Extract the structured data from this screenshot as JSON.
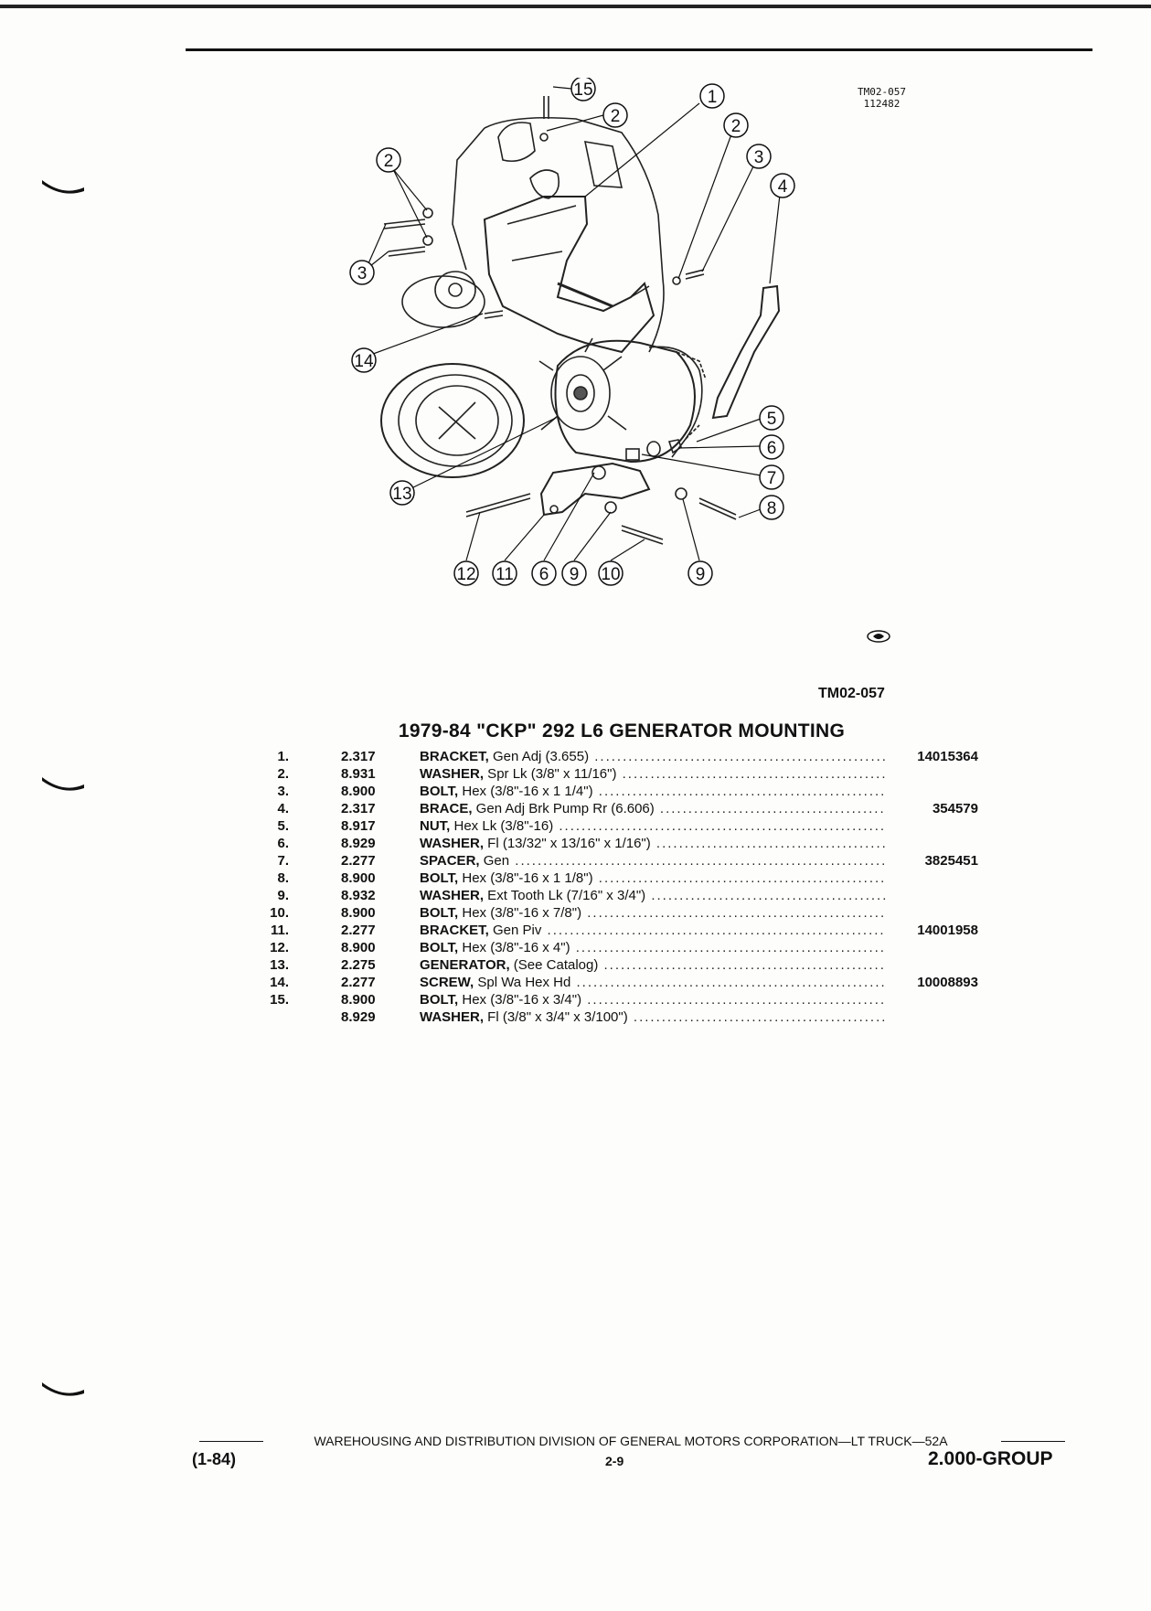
{
  "figure": {
    "id_top": "TM02-057",
    "id_sub": "112482",
    "code": "TM02-057",
    "callouts": [
      "15",
      "2",
      "1",
      "2",
      "3",
      "4",
      "2",
      "3",
      "14",
      "5",
      "6",
      "7",
      "8",
      "13",
      "12",
      "11",
      "6",
      "9",
      "10",
      "9"
    ]
  },
  "title": "1979-84 \"CKP\" 292 L6 GENERATOR MOUNTING",
  "parts": [
    {
      "num": "1.",
      "code": "2.317",
      "name": "BRACKET,",
      "desc": " Gen Adj (3.655)",
      "part": "14015364"
    },
    {
      "num": "2.",
      "code": "8.931",
      "name": "WASHER,",
      "desc": " Spr Lk (3/8\" x 11/16\")",
      "part": ""
    },
    {
      "num": "3.",
      "code": "8.900",
      "name": "BOLT,",
      "desc": " Hex (3/8\"-16 x 1 1/4\")",
      "part": ""
    },
    {
      "num": "4.",
      "code": "2.317",
      "name": "BRACE,",
      "desc": " Gen Adj Brk Pump Rr (6.606)",
      "part": "354579"
    },
    {
      "num": "5.",
      "code": "8.917",
      "name": "NUT,",
      "desc": " Hex Lk (3/8\"-16)",
      "part": ""
    },
    {
      "num": "6.",
      "code": "8.929",
      "name": "WASHER,",
      "desc": " Fl (13/32\" x 13/16\" x 1/16\")",
      "part": ""
    },
    {
      "num": "7.",
      "code": "2.277",
      "name": "SPACER,",
      "desc": " Gen",
      "part": "3825451"
    },
    {
      "num": "8.",
      "code": "8.900",
      "name": "BOLT,",
      "desc": " Hex (3/8\"-16 x 1 1/8\")",
      "part": ""
    },
    {
      "num": "9.",
      "code": "8.932",
      "name": "WASHER,",
      "desc": " Ext Tooth Lk (7/16\" x 3/4\")",
      "part": ""
    },
    {
      "num": "10.",
      "code": "8.900",
      "name": "BOLT,",
      "desc": " Hex (3/8\"-16 x 7/8\")",
      "part": ""
    },
    {
      "num": "11.",
      "code": "2.277",
      "name": "BRACKET,",
      "desc": " Gen Piv",
      "part": "14001958"
    },
    {
      "num": "12.",
      "code": "8.900",
      "name": "BOLT,",
      "desc": " Hex (3/8\"-16 x 4\")",
      "part": ""
    },
    {
      "num": "13.",
      "code": "2.275",
      "name": "GENERATOR,",
      "desc": " (See Catalog)",
      "part": ""
    },
    {
      "num": "14.",
      "code": "2.277",
      "name": "SCREW,",
      "desc": " Spl Wa Hex Hd",
      "part": "10008893"
    },
    {
      "num": "15.",
      "code": "8.900",
      "name": "BOLT,",
      "desc": " Hex (3/8\"-16 x 3/4\")",
      "part": ""
    },
    {
      "num": "",
      "code": "8.929",
      "name": "WASHER,",
      "desc": " Fl (3/8\" x 3/4\" x 3/100\")",
      "part": ""
    }
  ],
  "footer": {
    "line": "WAREHOUSING AND DISTRIBUTION  DIVISION OF GENERAL MOTORS CORPORATION—LT TRUCK—52A",
    "date": "(1-84)",
    "page": "2-9",
    "group": "2.000-GROUP"
  }
}
